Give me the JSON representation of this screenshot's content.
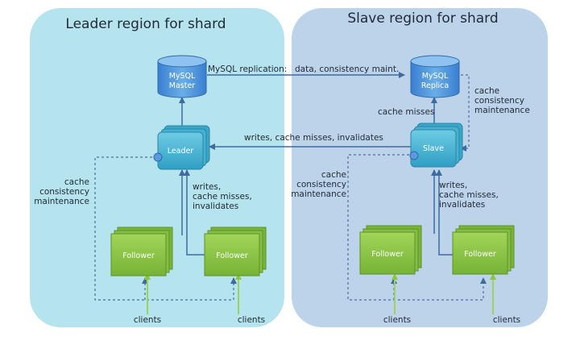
{
  "regions": {
    "leader_title": "Leader region for shard",
    "slave_title": "Slave region for shard"
  },
  "nodes": {
    "mysql_master": [
      "MySQL",
      "Master"
    ],
    "mysql_replica": [
      "MySQL",
      "Replica"
    ],
    "leader": "Leader",
    "slave": "Slave",
    "follower": "Follower"
  },
  "labels": {
    "mysql_replication": "MySQL replication:",
    "replication_detail": "data, consistency maint.",
    "cross_region": "writes, cache misses, invalidates",
    "cache_misses": "cache misses",
    "replica_maintenance": [
      "cache",
      "consistency",
      "maintenance"
    ],
    "leader_maintenance": [
      "cache",
      "consistency",
      "maintenance"
    ],
    "slave_maintenance": [
      "cache",
      "consistency",
      "maintenance"
    ],
    "leader_writes": [
      "writes,",
      "cache misses,",
      "invalidates"
    ],
    "slave_writes": [
      "writes,",
      "cache misses,",
      "invalidates"
    ],
    "clients": "clients"
  },
  "colors": {
    "leader_region": "#b5e3ee",
    "slave_region": "#bcd3ea",
    "database": "#4a90d9",
    "cache_node": "#4bb6d6",
    "follower": "#8cc63f",
    "edge": "#4a6fa5",
    "client_line": "#9bd262"
  }
}
